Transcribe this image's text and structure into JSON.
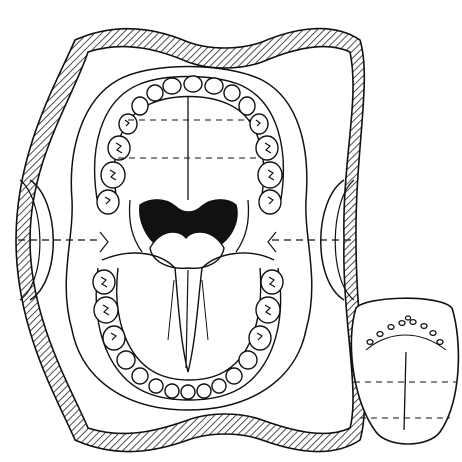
{
  "figure": {
    "subject": "open-mouth-oral-cavity-diagram",
    "colors": {
      "ink": "#111111",
      "paper": "#ffffff",
      "hatch": "#222222"
    },
    "parts": {
      "upper_teeth_count": 14,
      "lower_teeth_count": 14,
      "tongue_papillae_count": 9
    }
  }
}
